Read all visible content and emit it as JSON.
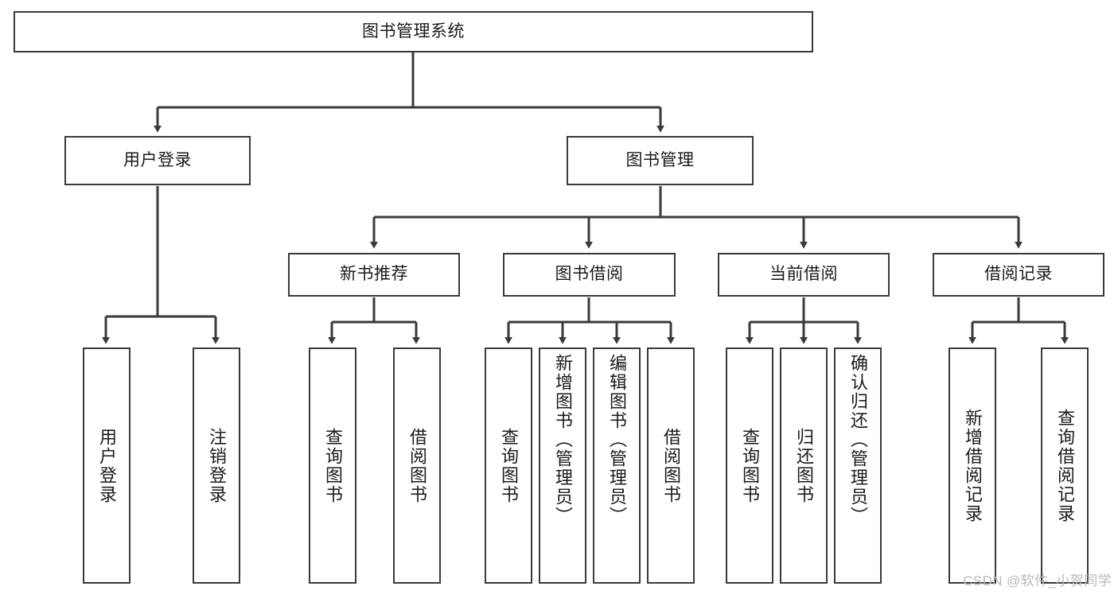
{
  "diagram": {
    "title": "图书管理系统",
    "type": "hierarchy-tree",
    "colors": {
      "box_border": "#3a3a3a",
      "box_fill": "#ffffff",
      "connector": "#3a3a3a",
      "text": "#1b1b1b",
      "watermark": "#b9b9b9"
    },
    "root": {
      "label": "图书管理系统"
    },
    "level2": [
      {
        "label": "用户登录"
      },
      {
        "label": "图书管理"
      }
    ],
    "level3": [
      {
        "label": "新书推荐"
      },
      {
        "label": "图书借阅"
      },
      {
        "label": "当前借阅"
      },
      {
        "label": "借阅记录"
      }
    ],
    "leaves": {
      "user_login": [
        {
          "label": "用户登录"
        },
        {
          "label": "注销登录"
        }
      ],
      "new_book_recommend": [
        {
          "label": "查询图书"
        },
        {
          "label": "借阅图书"
        }
      ],
      "book_borrow": [
        {
          "label": "查询图书"
        },
        {
          "label": "新增图书（管理员）"
        },
        {
          "label": "编辑图书（管理员）"
        },
        {
          "label": "借阅图书"
        }
      ],
      "current_borrow": [
        {
          "label": "查询图书"
        },
        {
          "label": "归还图书"
        },
        {
          "label": "确认归还（管理员）"
        }
      ],
      "borrow_record": [
        {
          "label": "新增借阅记录"
        },
        {
          "label": "查询借阅记录"
        }
      ]
    }
  },
  "watermark": {
    "text": "CSDN @软件_小贺同学"
  }
}
